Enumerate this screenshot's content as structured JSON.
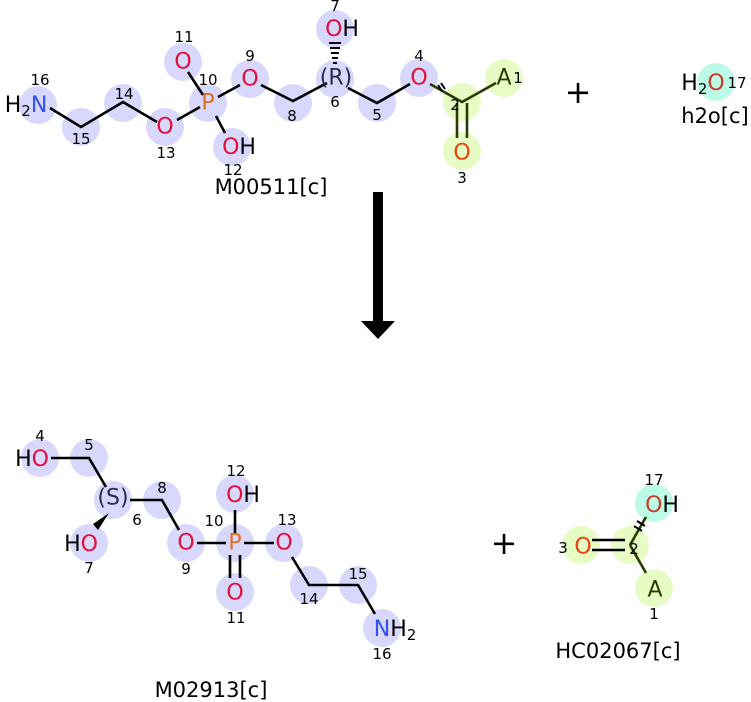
{
  "colors": {
    "oxygen": "#e0103a",
    "phosphorus": "#e07020",
    "nitrogen": "#3050f0",
    "atom_highlight": "#d8d8fc",
    "reaction_center": "#e6fcc4",
    "water_highlight": "#bcfce6"
  },
  "reactants": [
    {
      "name": "M00511[c]",
      "atoms": {
        "n1": "1",
        "n2": "2",
        "n3": "3",
        "n4": "4",
        "n5": "5",
        "n6": "6",
        "n7": "7",
        "n8": "8",
        "n9": "9",
        "n10": "10",
        "n11": "11",
        "n12": "12",
        "n13": "13",
        "n14": "14",
        "n15": "15",
        "n16": "16",
        "A": "A",
        "O": "O",
        "P": "P",
        "N": "N",
        "H": "H",
        "H2": "H",
        "sub2": "2",
        "stereo": "(R)"
      }
    },
    {
      "name": "h2o[c]",
      "atoms": {
        "n17": "17",
        "O": "O",
        "H": "H",
        "sub2": "2"
      }
    }
  ],
  "products": [
    {
      "name": "M02913[c]",
      "atoms": {
        "n4": "4",
        "n5": "5",
        "n6": "6",
        "n7": "7",
        "n8": "8",
        "n9": "9",
        "n10": "10",
        "n11": "11",
        "n12": "12",
        "n13": "13",
        "n14": "14",
        "n15": "15",
        "n16": "16",
        "O": "O",
        "P": "P",
        "N": "N",
        "H": "H",
        "sub2": "2",
        "stereo": "(S)"
      }
    },
    {
      "name": "HC02067[c]",
      "atoms": {
        "n1": "1",
        "n2": "2",
        "n3": "3",
        "n17": "17",
        "A": "A",
        "O": "O",
        "H": "H"
      }
    }
  ],
  "operators": {
    "plus": "+",
    "arrow": "reaction-arrow"
  }
}
